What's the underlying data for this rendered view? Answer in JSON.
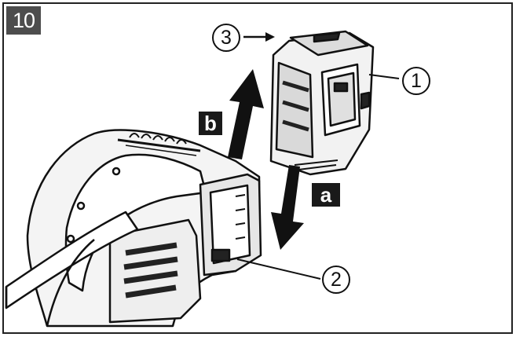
{
  "figure": {
    "number": "10",
    "callouts": [
      {
        "label": "1",
        "part": "battery-pack"
      },
      {
        "label": "2",
        "part": "battery-slot"
      },
      {
        "label": "3",
        "part": "battery-contacts"
      }
    ],
    "steps": [
      {
        "label": "a",
        "direction": "down"
      },
      {
        "label": "b",
        "direction": "up"
      }
    ],
    "colors": {
      "ink": "#111111",
      "badge": "#4d4d4d",
      "step_box": "#1a1a1a"
    }
  }
}
